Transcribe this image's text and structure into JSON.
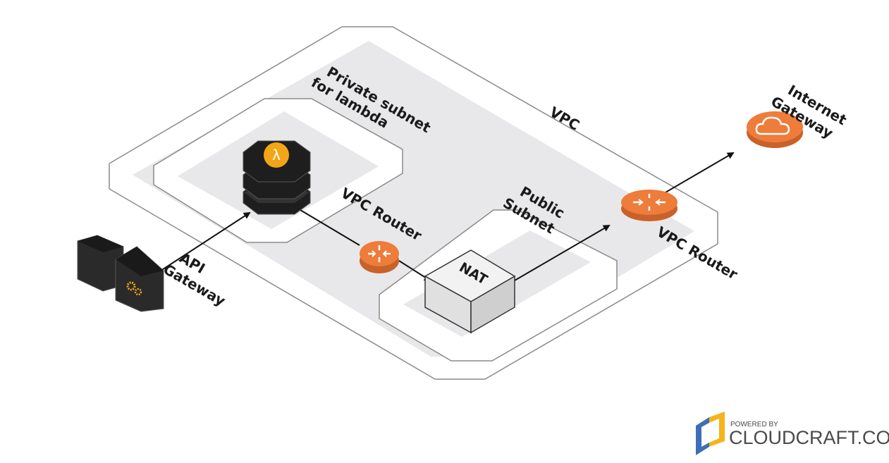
{
  "labels": {
    "vpc": "VPC",
    "private_subnet_line1": "Private subnet",
    "private_subnet_line2": "for lambda",
    "public_subnet_line1": "Public",
    "public_subnet_line2": "Subnet",
    "vpc_router_left": "VPC Router",
    "vpc_router_right": "VPC Router",
    "nat": "NAT",
    "api_gateway_line1": "API",
    "api_gateway_line2": "Gateway",
    "internet_gateway_line1": "Internet",
    "internet_gateway_line2": "Gateway"
  },
  "branding": {
    "powered_by": "POWERED BY",
    "name": "CLOUDCRAFT.CO"
  },
  "icons": {
    "lambda": "lambda-icon",
    "router": "router-icon",
    "nat": "nat-instance-icon",
    "api_gateway": "api-gateway-icon",
    "internet_gateway": "internet-gateway-cloud-icon",
    "logo": "cloudcraft-logo-icon"
  },
  "colors": {
    "router_orange": "#ee7c3a",
    "lambda_gold": "#f2a516",
    "zone_fill": "#e8e8ea",
    "outline": "#8a8a8a"
  }
}
